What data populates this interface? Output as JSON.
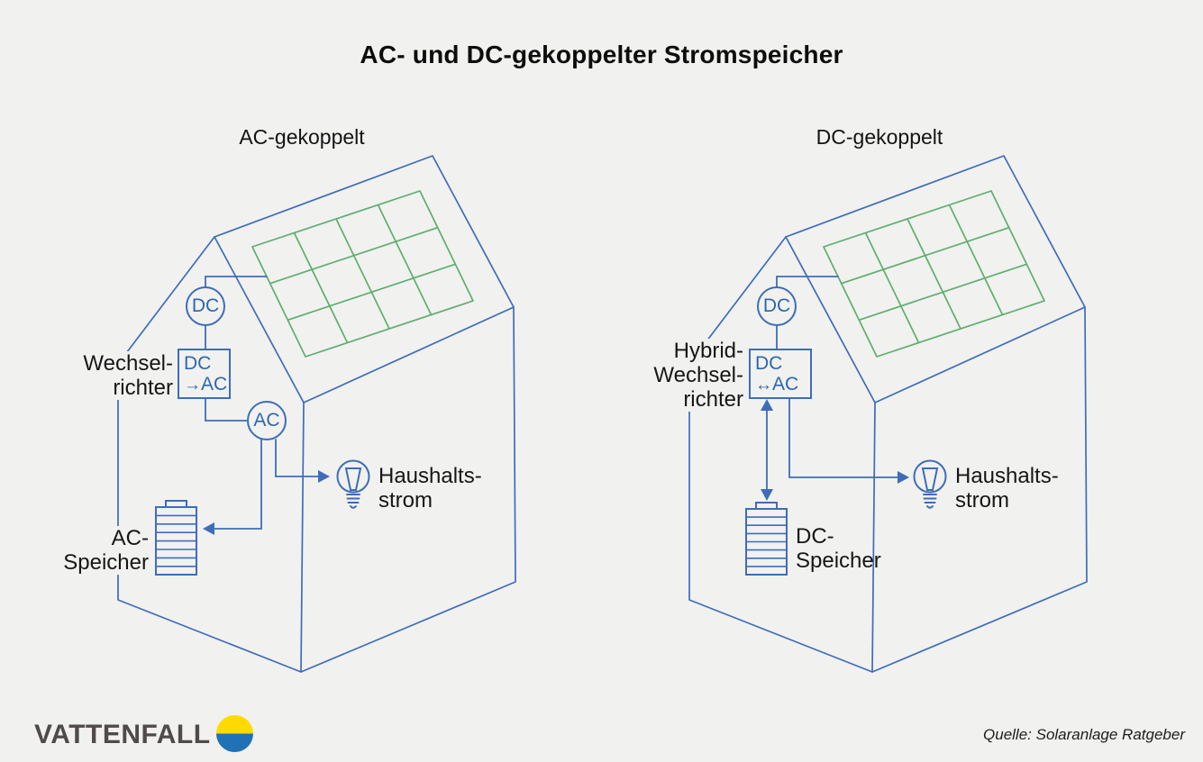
{
  "title": "AC- und DC-gekoppelter Stromspeicher",
  "left": {
    "heading": "AC-gekoppelt",
    "pv_node": "DC",
    "converter_row1": "DC",
    "converter_arrow": "→",
    "converter_row2": "AC",
    "output_node": "AC",
    "inverter_line1": "Wechsel-",
    "inverter_line2": "richter",
    "storage_line1": "AC-",
    "storage_line2": "Speicher",
    "household_line1": "Haushalts-",
    "household_line2": "strom"
  },
  "right": {
    "heading": "DC-gekoppelt",
    "pv_node": "DC",
    "converter_row1": "DC",
    "converter_arrow": "↔",
    "converter_row2": "AC",
    "inverter_line1": "Hybrid-",
    "inverter_line2": "Wechsel-",
    "inverter_line3": "richter",
    "storage_line1": "DC-",
    "storage_line2": "Speicher",
    "household_line1": "Haushalts-",
    "household_line2": "strom"
  },
  "footer": {
    "brand": "VATTENFALL",
    "source": "Quelle: Solaranlage Ratgeber"
  },
  "colors": {
    "background": "#f1f1f0",
    "line_blue": "#3e6db8",
    "panel_green": "#5fae6e",
    "text_black": "#141414",
    "brand_text": "#4e4b48",
    "logo_yellow": "#ffda00",
    "logo_blue": "#2071b5"
  }
}
